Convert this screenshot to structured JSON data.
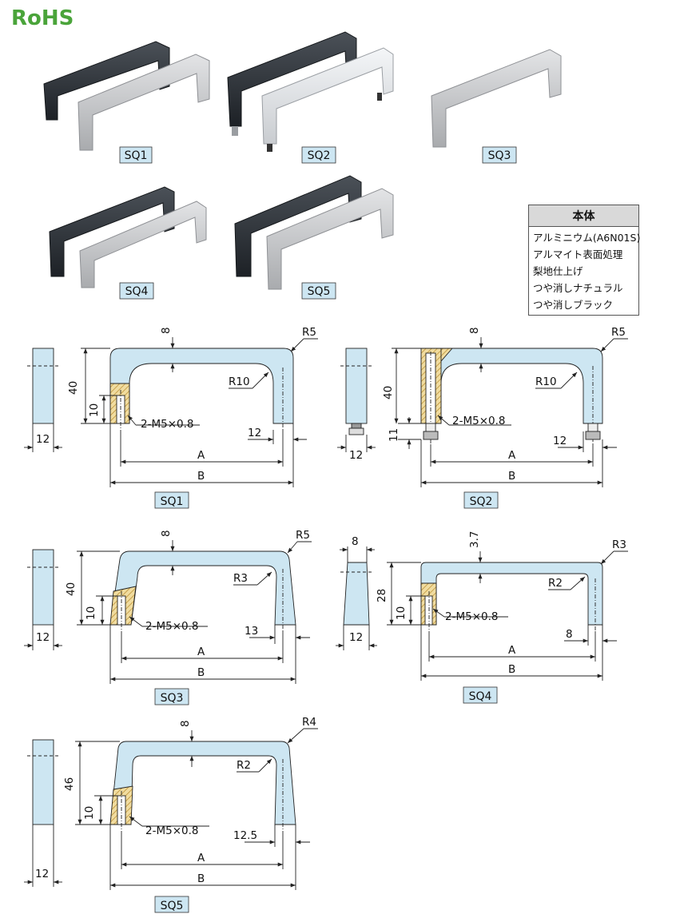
{
  "logo": {
    "text": "RoHS"
  },
  "photo_labels": [
    "SQ1",
    "SQ2",
    "SQ3",
    "SQ4",
    "SQ5"
  ],
  "spec_table": {
    "header": "本体",
    "lines": [
      "アルミニウム(A6N01S)",
      "アルマイト表面処理",
      "梨地仕上げ",
      "つや消しナチュラル",
      "つや消しブラック"
    ]
  },
  "drawings": {
    "sq1": {
      "label": "SQ1",
      "top": "8",
      "corner": "R5",
      "inner": "R10",
      "height": "40",
      "tap_depth": "10",
      "thread": "2-M5×0.8",
      "leg": "12",
      "side_width": "12",
      "a": "A",
      "b": "B"
    },
    "sq2": {
      "label": "SQ2",
      "top": "8",
      "corner": "R5",
      "inner": "R10",
      "height": "40",
      "stud": "11",
      "thread": "2-M5×0.8",
      "leg": "12",
      "side_width": "12",
      "a": "A",
      "b": "B"
    },
    "sq3": {
      "label": "SQ3",
      "top": "8",
      "corner": "R5",
      "inner": "R3",
      "height": "40",
      "tap_depth": "10",
      "thread": "2-M5×0.8",
      "leg": "13",
      "side_width": "12",
      "a": "A",
      "b": "B"
    },
    "sq4": {
      "label": "SQ4",
      "top": "3.7",
      "corner": "R3",
      "inner": "R2",
      "height": "28",
      "tap_depth": "10",
      "thread": "2-M5×0.8",
      "leg": "8",
      "side_top": "8",
      "side_width": "12",
      "a": "A",
      "b": "B"
    },
    "sq5": {
      "label": "SQ5",
      "top": "8",
      "corner": "R4",
      "inner": "R2",
      "height": "46",
      "tap_depth": "10",
      "thread": "2-M5×0.8",
      "leg": "12.5",
      "side_width": "12",
      "a": "A",
      "b": "B"
    }
  },
  "colors": {
    "part_fill": "#cde6f2",
    "label_fill": "#cde6f2",
    "black_handle": "#2b3036",
    "silver_handle": "#c6c8cb",
    "logo": "#4aa43a",
    "hatch": "#d9b24a"
  }
}
